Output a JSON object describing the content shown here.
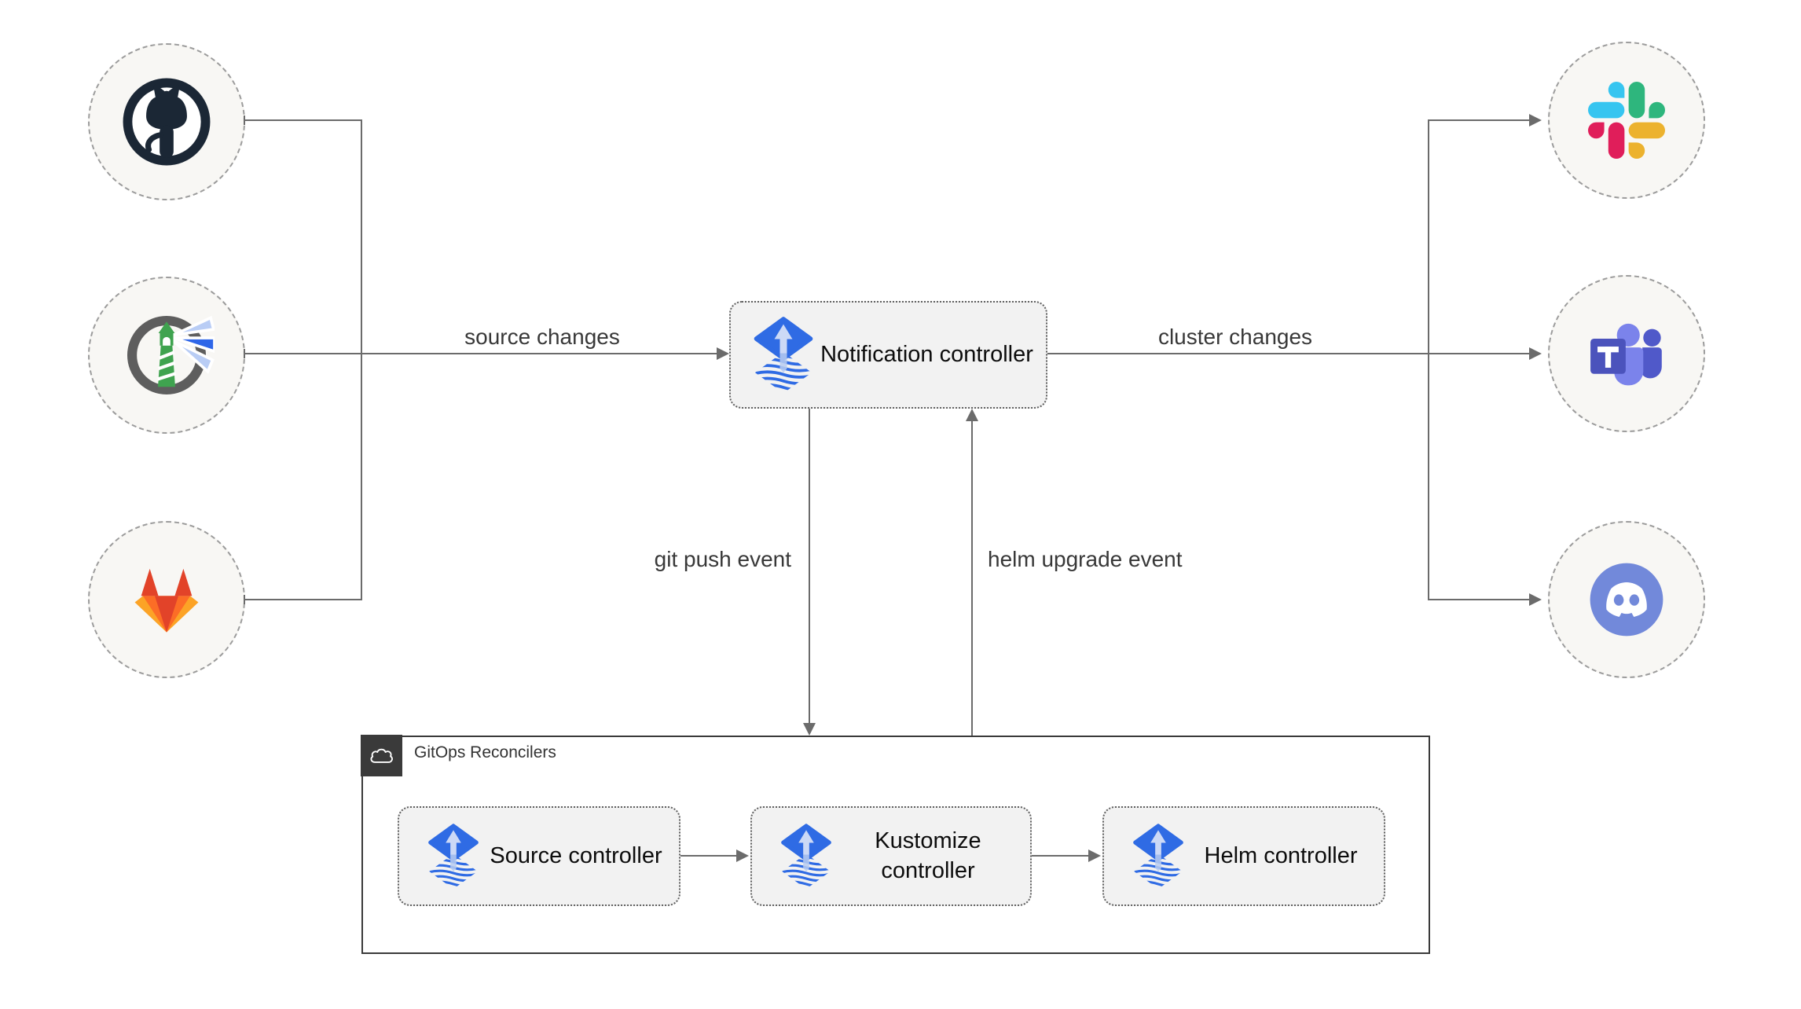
{
  "diagram": {
    "type": "flux-notification-architecture",
    "group": {
      "label": "GitOps Reconcilers",
      "icon": "cloud-icon"
    },
    "nodes": {
      "notification_controller": {
        "label": "Notification controller",
        "icon": "flux-icon"
      },
      "source_controller": {
        "label": "Source controller",
        "icon": "flux-icon"
      },
      "kustomize_controller": {
        "label": "Kustomize controller",
        "icon": "flux-icon"
      },
      "helm_controller": {
        "label": "Helm controller",
        "icon": "flux-icon"
      }
    },
    "edge_labels": {
      "source_changes": "source changes",
      "cluster_changes": "cluster changes",
      "git_push_event": "git push event",
      "helm_upgrade_event": "helm upgrade event"
    },
    "sources": [
      {
        "icon": "github-icon"
      },
      {
        "icon": "harbor-icon"
      },
      {
        "icon": "gitlab-icon"
      }
    ],
    "destinations": [
      {
        "icon": "slack-icon"
      },
      {
        "icon": "teams-icon"
      },
      {
        "icon": "discord-icon"
      }
    ],
    "colors": {
      "background": "#ffffff",
      "connector": "#6b6b6b",
      "node_fill": "#f2f2f2",
      "node_border": "#5f5f5f",
      "circle_fill": "#f8f7f4",
      "circle_border": "#9c9c9c",
      "group_border": "#3a3a3a",
      "group_header_fill": "#3a3a3a",
      "edge_label_text": "#383838",
      "node_text": "#0c0c0c",
      "flux_blue": "#2f6be4",
      "flux_arrow": "#ccd9f6",
      "slack": [
        "#36C5F0",
        "#2EB67D",
        "#ECB22E",
        "#E01E5A"
      ],
      "gitlab": [
        "#e24329",
        "#fc6d26",
        "#fca326"
      ],
      "teams": [
        "#4b53bc",
        "#5059c9",
        "#7b83eb"
      ],
      "discord": "#7289da",
      "github": "#1b2735",
      "harbor_green": "#3fa34f",
      "harbor_ring": "#5e5e5e",
      "harbor_beam": "#2e66e8"
    }
  }
}
